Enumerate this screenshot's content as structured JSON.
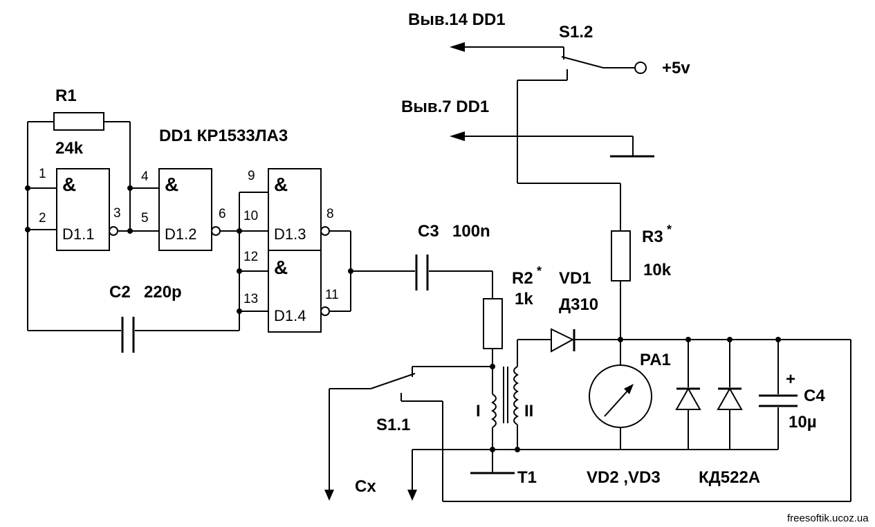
{
  "power": {
    "pin14": "Выв.14 DD1",
    "pin7": "Выв.7 DD1",
    "switch_s12": "S1.2",
    "supply": "+5v"
  },
  "chip": {
    "name": "DD1 КР1533ЛА3"
  },
  "gates": [
    {
      "symbol": "&",
      "name": "D1.1",
      "pins": [
        "1",
        "2",
        "3"
      ]
    },
    {
      "symbol": "&",
      "name": "D1.2",
      "pins": [
        "4",
        "5",
        "6"
      ]
    },
    {
      "symbol": "&",
      "name": "D1.3",
      "pins": [
        "9",
        "10",
        "8"
      ]
    },
    {
      "symbol": "&",
      "name": "D1.4",
      "pins": [
        "12",
        "13",
        "11"
      ]
    }
  ],
  "components": {
    "r1": {
      "name": "R1",
      "value": "24k"
    },
    "c2": {
      "name": "C2",
      "value": "220p"
    },
    "c3": {
      "name": "C3",
      "value": "100n"
    },
    "r2": {
      "name": "R2",
      "star": "*",
      "value": "1k"
    },
    "vd1": {
      "name": "VD1",
      "value": "Д310"
    },
    "r3": {
      "name": "R3",
      "star": "*",
      "value": "10k"
    },
    "pa1": {
      "name": "PA1"
    },
    "c4": {
      "name": "C4",
      "value": "10µ",
      "polarity": "+"
    },
    "t1": {
      "name": "T1",
      "winding1": "I",
      "winding2": "II"
    },
    "s11": {
      "name": "S1.1"
    },
    "cx": {
      "name": "Cx"
    },
    "vd23": {
      "name": "VD2 ,VD3",
      "type": "КД522А"
    }
  },
  "watermark": "freesoftik.ucoz.ua"
}
